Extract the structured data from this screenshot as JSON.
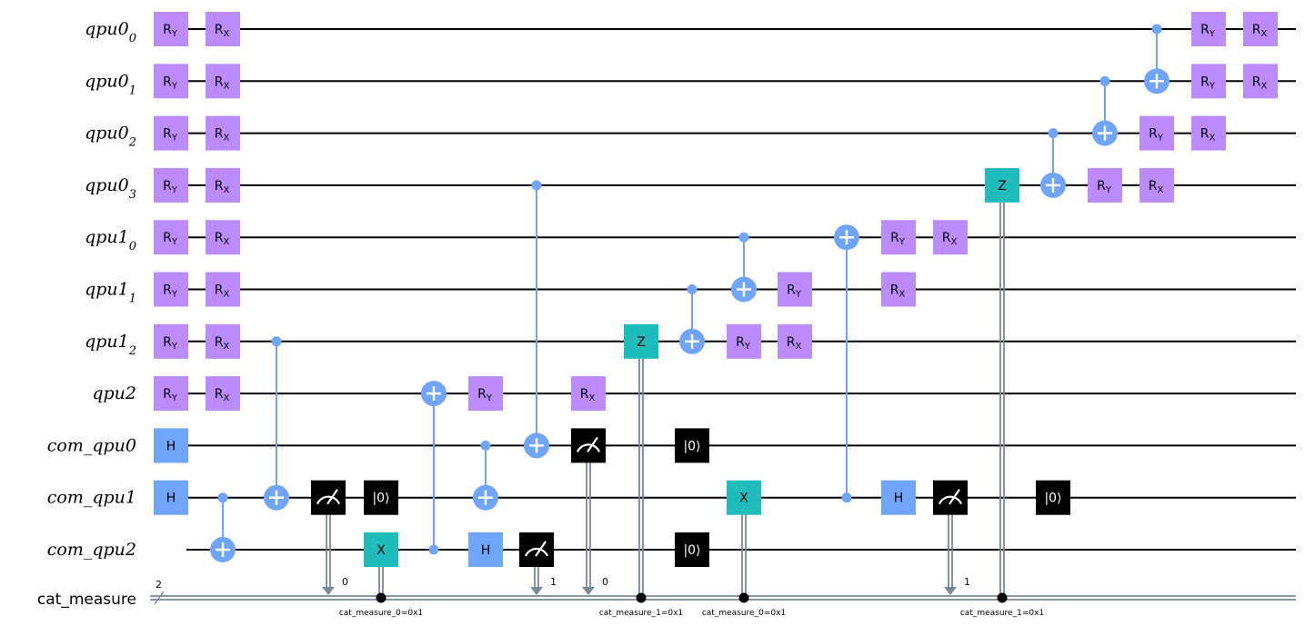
{
  "colors": {
    "rotation_gate": "#bb8bff",
    "hadamard": "#6fa4ff",
    "control": "#6fa4ff",
    "cond_gate": "#1fbcbc",
    "measure": "#000000",
    "reset": "#000000",
    "wire": "#000000",
    "classical_wire": "#778899"
  },
  "circuit": {
    "wires": [
      {
        "label": "qpu0",
        "sub": "0"
      },
      {
        "label": "qpu0",
        "sub": "1"
      },
      {
        "label": "qpu0",
        "sub": "2"
      },
      {
        "label": "qpu0",
        "sub": "3"
      },
      {
        "label": "qpu1",
        "sub": "0"
      },
      {
        "label": "qpu1",
        "sub": "1"
      },
      {
        "label": "qpu1",
        "sub": "2"
      },
      {
        "label": "qpu2",
        "sub": ""
      },
      {
        "label": "com_qpu0",
        "sub": ""
      },
      {
        "label": "com_qpu1",
        "sub": ""
      },
      {
        "label": "com_qpu2",
        "sub": ""
      }
    ],
    "classical": {
      "label": "cat_measure",
      "size": "2"
    },
    "gates": [
      {
        "t": "R",
        "axis": "Y",
        "w": 0,
        "c": 0
      },
      {
        "t": "R",
        "axis": "X",
        "w": 0,
        "c": 1
      },
      {
        "t": "R",
        "axis": "Y",
        "w": 1,
        "c": 0
      },
      {
        "t": "R",
        "axis": "X",
        "w": 1,
        "c": 1
      },
      {
        "t": "R",
        "axis": "Y",
        "w": 2,
        "c": 0
      },
      {
        "t": "R",
        "axis": "X",
        "w": 2,
        "c": 1
      },
      {
        "t": "R",
        "axis": "Y",
        "w": 3,
        "c": 0
      },
      {
        "t": "R",
        "axis": "X",
        "w": 3,
        "c": 1
      },
      {
        "t": "R",
        "axis": "Y",
        "w": 4,
        "c": 0
      },
      {
        "t": "R",
        "axis": "X",
        "w": 4,
        "c": 1
      },
      {
        "t": "R",
        "axis": "Y",
        "w": 5,
        "c": 0
      },
      {
        "t": "R",
        "axis": "X",
        "w": 5,
        "c": 1
      },
      {
        "t": "R",
        "axis": "Y",
        "w": 6,
        "c": 0
      },
      {
        "t": "R",
        "axis": "X",
        "w": 6,
        "c": 1
      },
      {
        "t": "R",
        "axis": "Y",
        "w": 7,
        "c": 0
      },
      {
        "t": "R",
        "axis": "X",
        "w": 7,
        "c": 1
      },
      {
        "t": "H",
        "w": 8,
        "c": 0
      },
      {
        "t": "H",
        "w": 9,
        "c": 0
      },
      {
        "t": "CX",
        "ctrl": 9,
        "tgt": 10,
        "c": 1
      },
      {
        "t": "CX",
        "ctrl": 6,
        "tgt": 9,
        "c": 2
      },
      {
        "t": "M",
        "w": 9,
        "c": 3,
        "bit": "0"
      },
      {
        "t": "RESET",
        "w": 9,
        "c": 4,
        "text": "|0⟩"
      },
      {
        "t": "CGATE",
        "w": 10,
        "c": 4,
        "text": "X",
        "cond": "cat_measure_0=0x1"
      },
      {
        "t": "CX",
        "ctrl": 10,
        "tgt": 7,
        "c": 5
      },
      {
        "t": "R",
        "axis": "Y",
        "w": 7,
        "c": 6
      },
      {
        "t": "CX",
        "ctrl": 8,
        "tgt": 9,
        "c": 6
      },
      {
        "t": "H",
        "w": 10,
        "c": 6
      },
      {
        "t": "CX",
        "ctrl": 3,
        "tgt": 8,
        "c": 7
      },
      {
        "t": "M",
        "w": 10,
        "c": 7,
        "bit": "1"
      },
      {
        "t": "R",
        "axis": "X",
        "w": 7,
        "c": 8
      },
      {
        "t": "M",
        "w": 8,
        "c": 8,
        "bit": "0"
      },
      {
        "t": "CGATE",
        "w": 6,
        "c": 9,
        "text": "Z",
        "cond": "cat_measure_1=0x1"
      },
      {
        "t": "CX",
        "ctrl": 5,
        "tgt": 6,
        "c": 10
      },
      {
        "t": "RESET",
        "w": 8,
        "c": 10,
        "text": "|0⟩"
      },
      {
        "t": "RESET",
        "w": 10,
        "c": 10,
        "text": "|0⟩"
      },
      {
        "t": "CX",
        "ctrl": 4,
        "tgt": 5,
        "c": 11
      },
      {
        "t": "R",
        "axis": "Y",
        "w": 6,
        "c": 11
      },
      {
        "t": "CGATE",
        "w": 9,
        "c": 11,
        "text": "X",
        "cond": "cat_measure_0=0x1"
      },
      {
        "t": "R",
        "axis": "Y",
        "w": 5,
        "c": 12
      },
      {
        "t": "R",
        "axis": "X",
        "w": 6,
        "c": 12
      },
      {
        "t": "CX",
        "ctrl": 9,
        "tgt": 4,
        "c": 13
      },
      {
        "t": "R",
        "axis": "Y",
        "w": 4,
        "c": 14
      },
      {
        "t": "R",
        "axis": "X",
        "w": 5,
        "c": 14
      },
      {
        "t": "H",
        "w": 9,
        "c": 14
      },
      {
        "t": "R",
        "axis": "X",
        "w": 4,
        "c": 15
      },
      {
        "t": "M",
        "w": 9,
        "c": 15,
        "bit": "1"
      },
      {
        "t": "CGATE",
        "w": 3,
        "c": 16,
        "text": "Z",
        "cond": "cat_measure_1=0x1"
      },
      {
        "t": "CX",
        "ctrl": 2,
        "tgt": 3,
        "c": 17
      },
      {
        "t": "RESET",
        "w": 9,
        "c": 17,
        "text": "|0⟩"
      },
      {
        "t": "CX",
        "ctrl": 1,
        "tgt": 2,
        "c": 18
      },
      {
        "t": "R",
        "axis": "Y",
        "w": 3,
        "c": 18
      },
      {
        "t": "CX",
        "ctrl": 0,
        "tgt": 1,
        "c": 19
      },
      {
        "t": "R",
        "axis": "Y",
        "w": 2,
        "c": 19
      },
      {
        "t": "R",
        "axis": "X",
        "w": 3,
        "c": 19
      },
      {
        "t": "R",
        "axis": "X",
        "w": 2,
        "c": 20
      },
      {
        "t": "R",
        "axis": "Y",
        "w": 0,
        "c": 20
      },
      {
        "t": "R",
        "axis": "Y",
        "w": 1,
        "c": 20
      },
      {
        "t": "R",
        "axis": "X",
        "w": 0,
        "c": 21
      },
      {
        "t": "R",
        "axis": "X",
        "w": 1,
        "c": 21
      }
    ]
  }
}
